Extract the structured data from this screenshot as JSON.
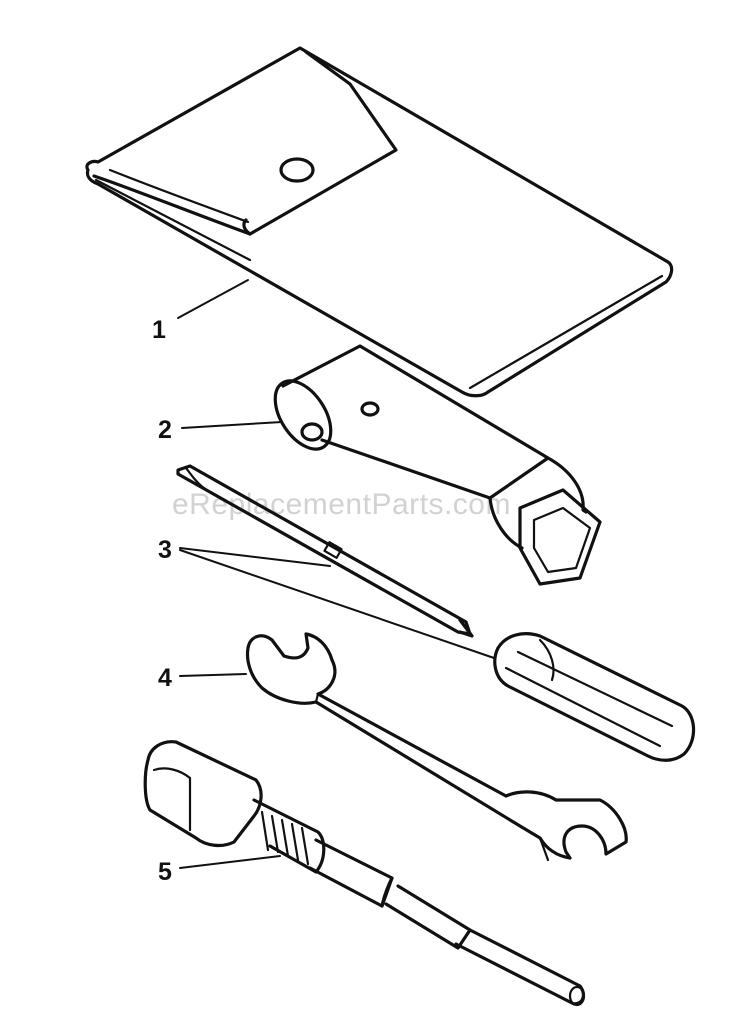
{
  "watermark": "eReplacementParts.com",
  "callouts": [
    {
      "number": "1",
      "part": "pouch"
    },
    {
      "number": "2",
      "part": "spark-plug-wrench"
    },
    {
      "number": "3",
      "part": "screwdriver"
    },
    {
      "number": "4",
      "part": "open-end-wrench"
    },
    {
      "number": "5",
      "part": "socket-with-extension"
    }
  ],
  "colors": {
    "ink": "#111111",
    "watermark": "#d2d2d2",
    "background": "#ffffff"
  }
}
